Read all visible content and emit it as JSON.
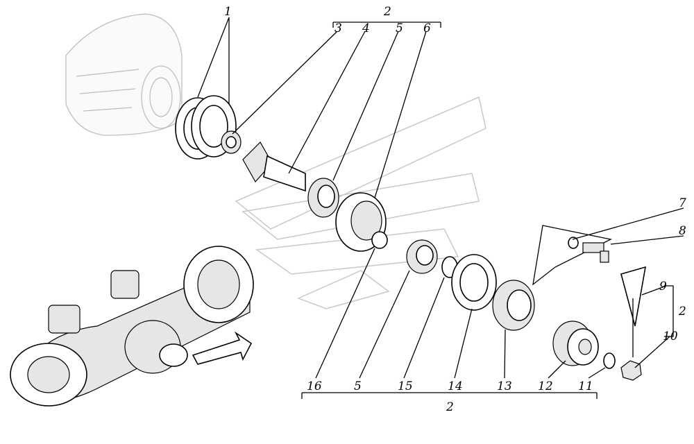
{
  "callouts": {
    "c1": "1",
    "c2_top": "2",
    "c3": "3",
    "c4": "4",
    "c5_top": "5",
    "c6": "6",
    "c7": "7",
    "c8": "8",
    "c9": "9",
    "c10": "10",
    "c2_right": "2",
    "c16": "16",
    "c5_bottom": "5",
    "c15": "15",
    "c14": "14",
    "c13": "13",
    "c12": "12",
    "c11": "11",
    "c2_bottom": "2"
  }
}
